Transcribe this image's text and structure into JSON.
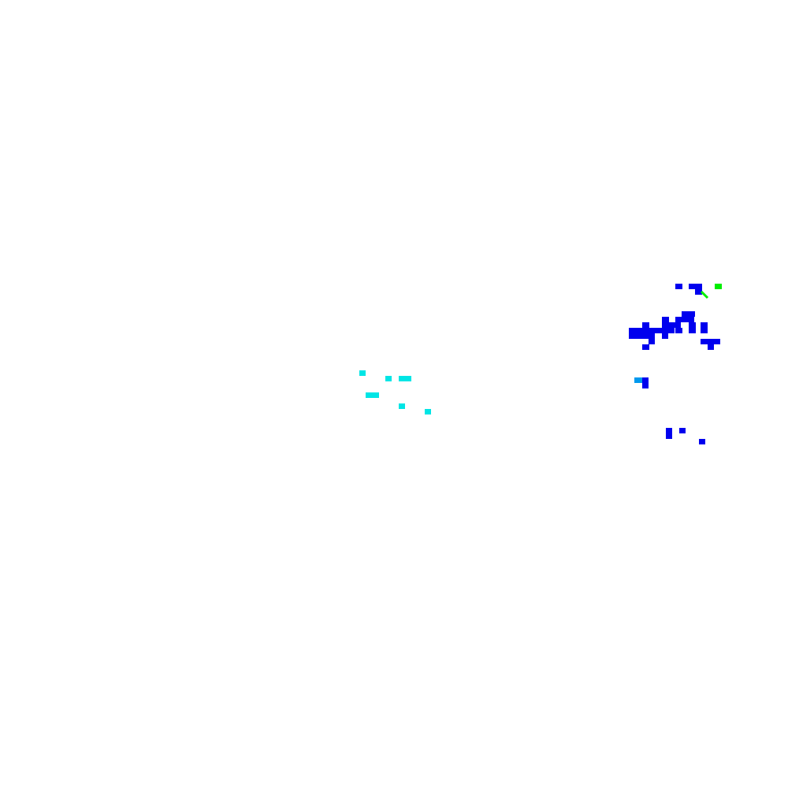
{
  "map": {
    "background_color": "#ffffff",
    "layer": "pixel-cluster-map",
    "colors": {
      "cyan": "#00e5e5",
      "blue": "#0000ee",
      "mid_blue": "#0099ee",
      "green": "#00ee00"
    },
    "clusters": [
      {
        "name": "cyan-cluster-center",
        "color_key": "cyan"
      },
      {
        "name": "blue-cluster-east",
        "color_key": "blue"
      },
      {
        "name": "green-cluster-northeast",
        "color_key": "green"
      },
      {
        "name": "mid-blue-cluster",
        "color_key": "mid_blue"
      }
    ]
  }
}
